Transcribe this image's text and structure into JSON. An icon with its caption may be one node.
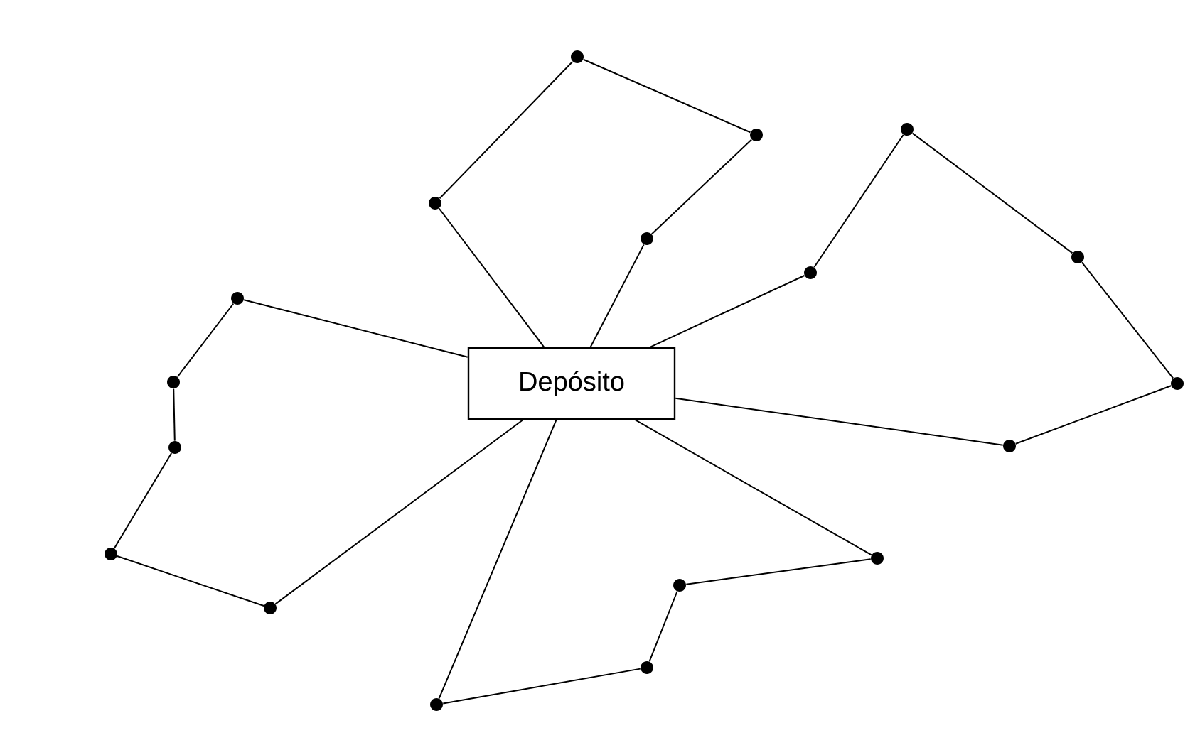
{
  "diagram": {
    "nodes": [
      {
        "text": [
          "Depósito"
        ]
      },
      {
        "text": [],
        "shape": "circle"
      },
      {
        "text": [],
        "shape": "circle"
      },
      {
        "text": [],
        "shape": "circle"
      },
      {
        "text": [],
        "shape": "circle"
      },
      {
        "text": [],
        "shape": "circle"
      },
      {
        "text": [],
        "shape": "circle"
      },
      {
        "text": [],
        "shape": "circle"
      },
      {
        "text": [],
        "shape": "circle"
      },
      {
        "text": [],
        "shape": "circle"
      },
      {
        "text": [],
        "shape": "circle"
      },
      {
        "text": [],
        "shape": "circle"
      },
      {
        "text": [],
        "shape": "circle"
      },
      {
        "text": [],
        "shape": "circle"
      },
      {
        "text": [],
        "shape": "circle"
      },
      {
        "text": [],
        "shape": "circle"
      },
      {
        "text": [],
        "shape": "circle"
      },
      {
        "text": [],
        "shape": "circle"
      },
      {
        "text": [],
        "shape": "circle"
      }
    ],
    "edges": [
      {
        "from": 0,
        "to": 6,
        "arrow": "none"
      },
      {
        "from": 6,
        "to": 8,
        "arrow": "none"
      },
      {
        "from": 8,
        "to": 12,
        "arrow": "none"
      },
      {
        "from": 12,
        "to": 9,
        "arrow": "none"
      },
      {
        "from": 9,
        "to": 0,
        "arrow": "none"
      },
      {
        "from": 0,
        "to": 13,
        "arrow": "none"
      },
      {
        "from": 13,
        "to": 15,
        "arrow": "none"
      },
      {
        "from": 15,
        "to": 17,
        "arrow": "none"
      },
      {
        "from": 17,
        "to": 18,
        "arrow": "none"
      },
      {
        "from": 18,
        "to": 16,
        "arrow": "none"
      },
      {
        "from": 16,
        "to": 0,
        "arrow": "none"
      },
      {
        "from": 0,
        "to": 14,
        "arrow": "none"
      },
      {
        "from": 14,
        "to": 11,
        "arrow": "none"
      },
      {
        "from": 11,
        "to": 10,
        "arrow": "none"
      },
      {
        "from": 10,
        "to": 7,
        "arrow": "none"
      },
      {
        "from": 7,
        "to": 0,
        "arrow": "none"
      },
      {
        "from": 0,
        "to": 4,
        "arrow": "none"
      },
      {
        "from": 4,
        "to": 2,
        "arrow": "none"
      },
      {
        "from": 2,
        "to": 3,
        "arrow": "none"
      },
      {
        "from": 3,
        "to": 1,
        "arrow": "none"
      },
      {
        "from": 1,
        "to": 5,
        "arrow": "none"
      },
      {
        "from": 5,
        "to": 0,
        "arrow": "none"
      }
    ]
  }
}
